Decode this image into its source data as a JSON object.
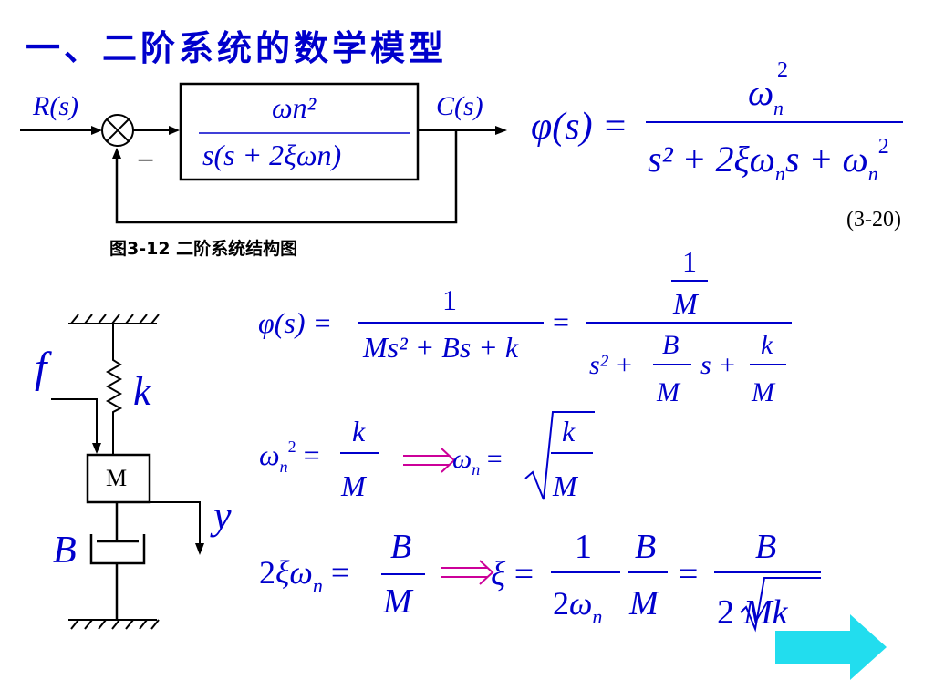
{
  "slide": {
    "title": "一、二阶系统的数学模型",
    "figure_caption": "图3-12   二阶系统结构图",
    "equation_number": "(3-20)"
  },
  "block_diagram": {
    "input_label": "R(s)",
    "output_label": "C(s)",
    "feedback_sign": "−",
    "forward_tf_numerator": "ωn²",
    "forward_tf_denominator": "s(s + 2ξωn)"
  },
  "mechanical_system": {
    "force_label": "f",
    "spring_label": "k",
    "mass_label": "M",
    "displacement_label": "y",
    "damper_label": "B"
  },
  "equations": {
    "closed_loop": "φ(s) = ωn² / (s² + 2ξωn s + ωn²)",
    "mass_spring_tf": "φ(s) = 1/(Ms² + Bs + k) = (1/M) / (s² + (B/M)s + k/M)",
    "natural_frequency": "ωn² = k/M ⟹ ωn = √(k/M)",
    "damping_ratio": "2ξωn = B/M ⟹ ξ = (1/(2ωn))(B/M) = B/(2√(Mk))"
  },
  "colors": {
    "title": "#0000cc",
    "math": "#0000cc",
    "implies_arrow": "#cc0099",
    "next_button": "#22ddee"
  },
  "navigation": {
    "next_icon": "right-arrow-icon"
  }
}
